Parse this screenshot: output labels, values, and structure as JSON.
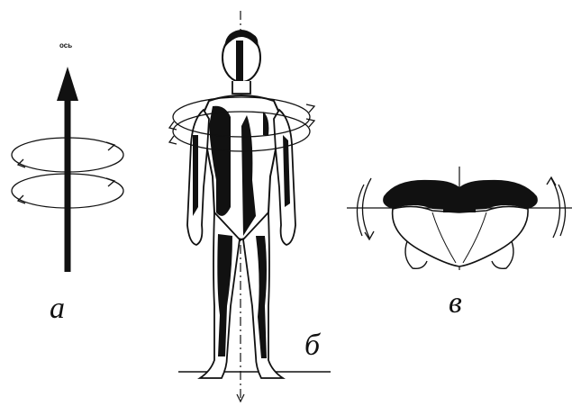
{
  "labels": {
    "a": "а",
    "b": "б",
    "v": "в"
  },
  "axis_text": "ось",
  "colors": {
    "ink": "#111111",
    "background": "#ffffff"
  },
  "icons": [
    "axis-arrow-icon",
    "rotation-arrow-icon",
    "human-figure-icon",
    "pelvis-top-view-icon"
  ]
}
